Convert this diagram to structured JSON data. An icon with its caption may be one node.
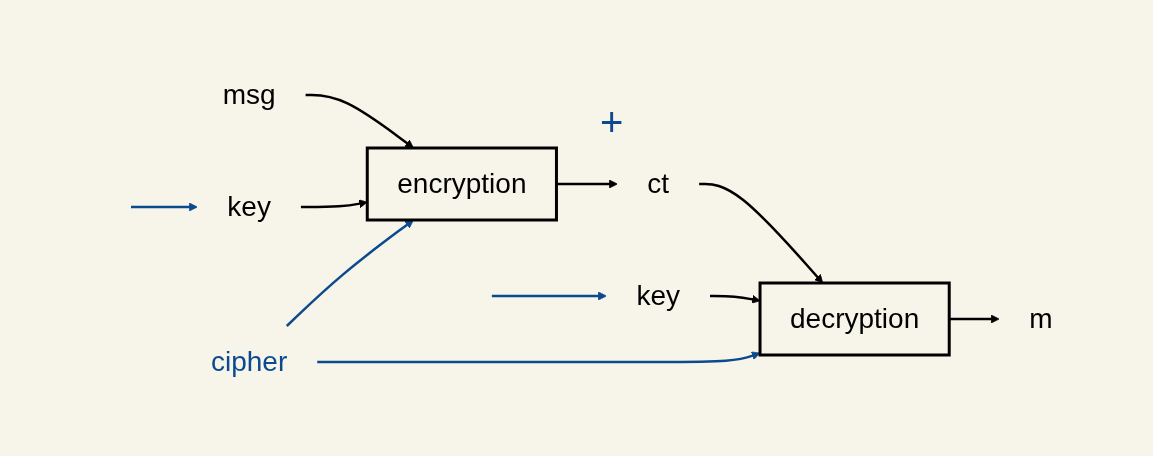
{
  "diagram": {
    "nodes": [
      {
        "text": [
          "msg"
        ]
      },
      {
        "text": [
          "encryption"
        ]
      },
      {
        "text": [
          "ct"
        ]
      },
      {
        "text": [
          "decryption"
        ]
      },
      {
        "text": [
          "m"
        ]
      },
      {
        "text": [
          "key"
        ]
      },
      {
        "text": [
          "key"
        ]
      },
      {
        "text": [
          "cipher"
        ]
      }
    ],
    "edges": [
      {
        "from": 0,
        "to": 1,
        "arrow": "to"
      },
      {
        "from": 1,
        "to": 2,
        "arrow": "to"
      },
      {
        "from": 2,
        "to": 3,
        "arrow": "to"
      },
      {
        "from": 3,
        "to": 4,
        "arrow": "to"
      },
      {
        "from": 5,
        "to": 1,
        "arrow": "to"
      },
      {
        "from": 6,
        "to": 3,
        "arrow": "to"
      },
      {
        "from": 7,
        "to": 1,
        "arrow": "to",
        "color": "#0b4a8f"
      },
      {
        "from": 7,
        "to": 3,
        "arrow": "to",
        "color": "#0b4a8f"
      },
      {
        "from": null,
        "to": 5,
        "arrow": "to",
        "color": "#0b4a8f"
      },
      {
        "from": null,
        "to": 6,
        "arrow": "to",
        "color": "#0b4a8f"
      }
    ],
    "labels": [
      "+"
    ]
  }
}
